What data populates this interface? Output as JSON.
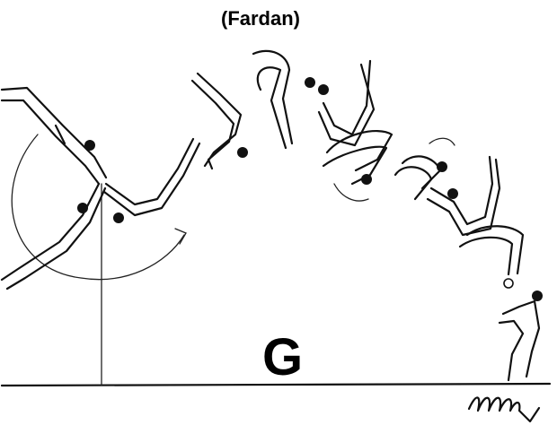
{
  "title": "(Fardan)",
  "grade": "G",
  "signature": "ɭɭɭᵥ"
}
